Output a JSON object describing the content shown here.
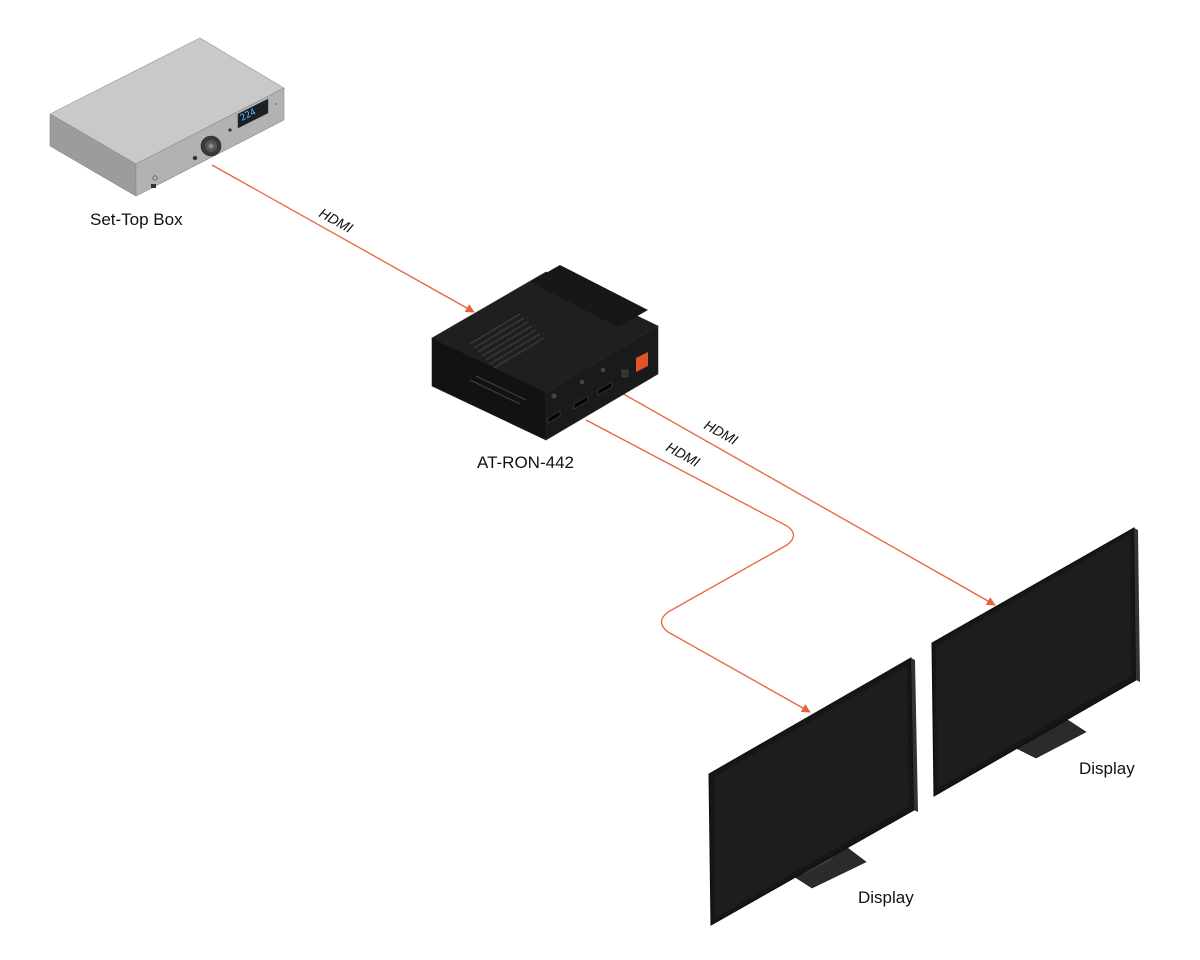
{
  "colors": {
    "cable": "#e8623a",
    "device_dark": "#1c1c1c",
    "display_screen": "#161616",
    "stb_body": "#a8a8a8",
    "lcd_text": "#5ab8ff",
    "power_connector": "#e2532b"
  },
  "devices": {
    "set_top_box": {
      "label": "Set-Top Box",
      "lcd_text": "224"
    },
    "extender": {
      "label": "AT-RON-442"
    },
    "display_left": {
      "label": "Display"
    },
    "display_right": {
      "label": "Display"
    }
  },
  "cables": {
    "stb_to_extender": {
      "label": "HDMI"
    },
    "extender_to_display_right": {
      "label": "HDMI"
    },
    "extender_to_display_left": {
      "label": "HDMI"
    }
  }
}
